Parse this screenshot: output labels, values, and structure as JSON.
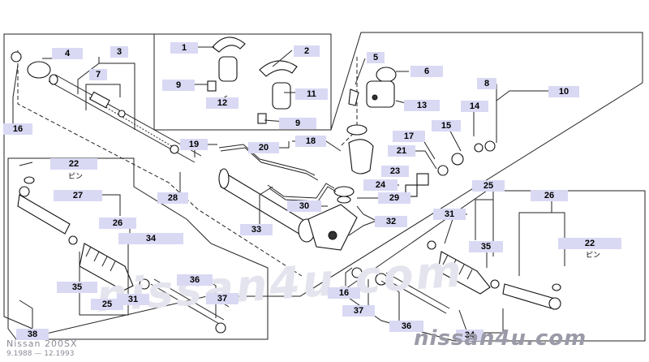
{
  "callouts": {
    "c1": "1",
    "c2": "2",
    "c3": "3",
    "c4": "4",
    "c5": "5",
    "c6": "6",
    "c7": "7",
    "c8": "8",
    "c9a": "9",
    "c9b": "9",
    "c10": "10",
    "c11": "11",
    "c12": "12",
    "c13": "13",
    "c14": "14",
    "c15": "15",
    "c16a": "16",
    "c16b": "16",
    "c17": "17",
    "c18": "18",
    "c19": "19",
    "c20": "20",
    "c21": "21",
    "c22a": "22",
    "c22b": "22",
    "c23": "23",
    "c24": "24",
    "c25a": "25",
    "c25b": "25",
    "c26a": "26",
    "c26b": "26",
    "c27": "27",
    "c28": "28",
    "c29": "29",
    "c30": "30",
    "c31a": "31",
    "c31b": "31",
    "c32": "32",
    "c33": "33",
    "c34a": "34",
    "c34b": "34",
    "c35a": "35",
    "c35b": "35",
    "c36a": "36",
    "c36b": "36",
    "c37a": "37",
    "c37b": "37",
    "c38": "38"
  },
  "pin_labels": {
    "left": "ピン",
    "right": "ピン"
  },
  "watermark": "nissan4u.com",
  "brand": "nissan4u.com",
  "vehicle": {
    "model": "Nissan 200SX",
    "production": "9.1988 — 12.1993"
  }
}
